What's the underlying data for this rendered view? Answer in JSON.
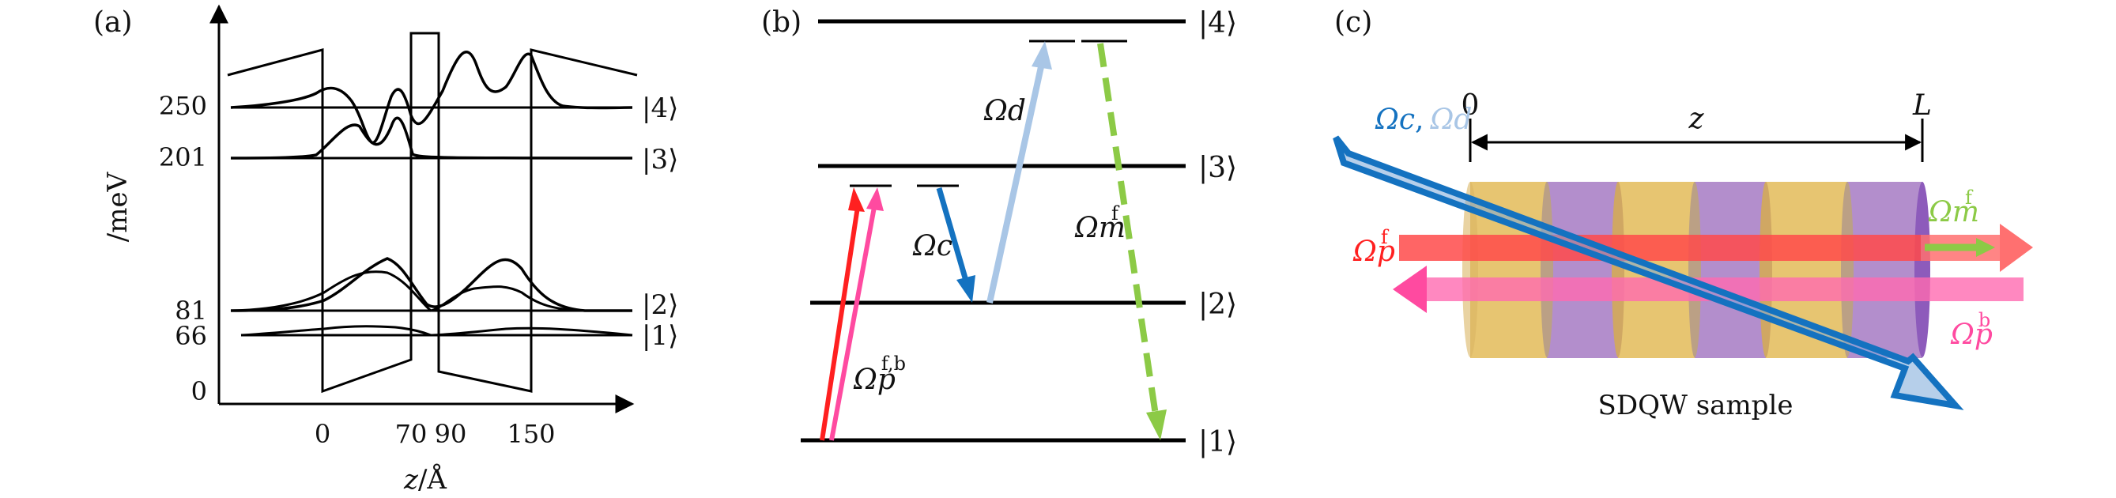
{
  "panel_a": {
    "tag": "(a)",
    "y_axis_label": "/meV",
    "y_ticks": [
      "250",
      "201",
      "81",
      "66",
      "0"
    ],
    "x_ticks": [
      "0",
      "70",
      "90",
      "150"
    ],
    "x_axis_var": "z",
    "x_axis_unit": "/Å",
    "state_labels": [
      "|4⟩",
      "|3⟩",
      "|2⟩",
      "|1⟩"
    ]
  },
  "panel_b": {
    "tag": "(b)",
    "levels": [
      "|4⟩",
      "|3⟩",
      "|2⟩",
      "|1⟩"
    ],
    "labels": {
      "omega_d": "Ωd",
      "omega_c": "Ωc",
      "omega_m": "Ωm",
      "omega_m_sup": "f",
      "omega_p": "Ωp",
      "omega_p_sup": "f,b"
    }
  },
  "panel_c": {
    "tag": "(c)",
    "axis_start": "0",
    "axis_end": "L",
    "axis_var": "z",
    "sample_label": "SDQW sample",
    "beams": {
      "omega_c": "Ωc",
      "separator": ",",
      "omega_d": "Ωd",
      "omega_m": "Ωm",
      "omega_m_sup": "f",
      "omega_p_f": "Ωp",
      "omega_p_f_sup": "f",
      "omega_p_b": "Ωp",
      "omega_p_b_sup": "b"
    }
  },
  "colors": {
    "omega_c": "#1472c0",
    "omega_d": "#a9c6e6",
    "omega_m": "#8cca46",
    "omega_p_f": "#ff2020",
    "omega_p_b": "#ff4aa0",
    "well_gold": "#e3bb59",
    "barrier_purple": "#a67bc4"
  }
}
